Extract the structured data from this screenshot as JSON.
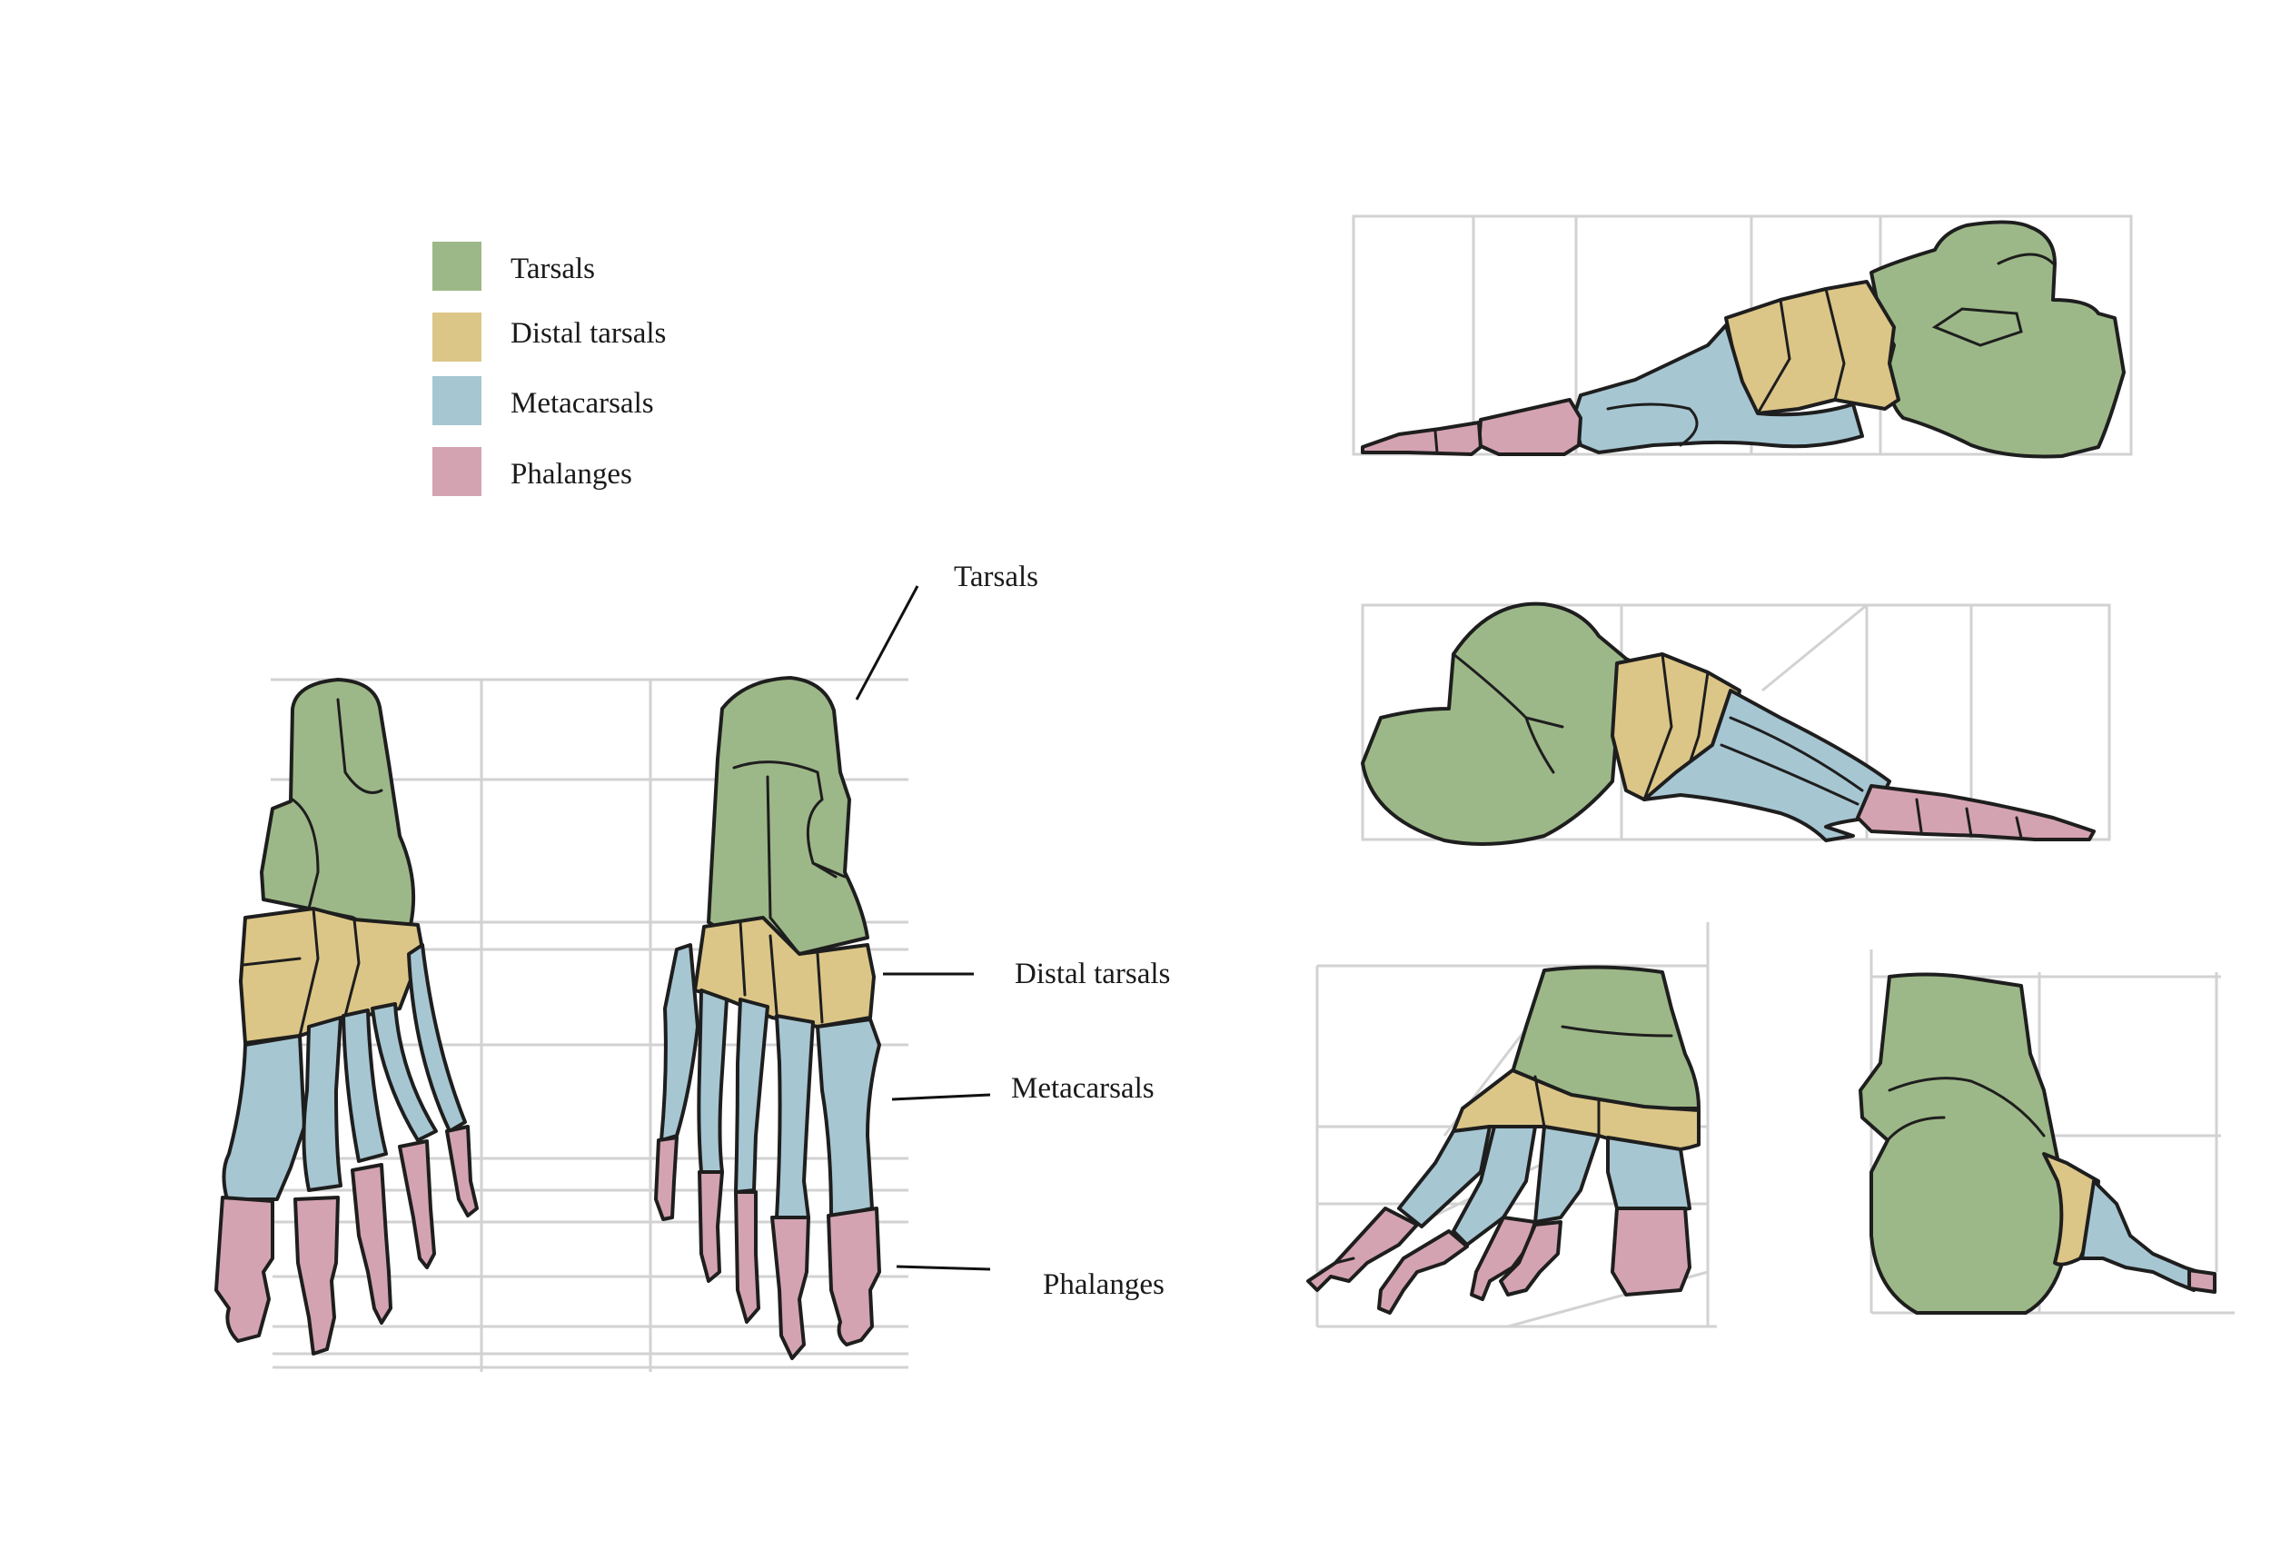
{
  "colors": {
    "tarsals": "#9db888",
    "distal_tarsals": "#dcc687",
    "metacarsals": "#a6c6d2",
    "phalanges": "#d4a3b1",
    "outline": "#1e1e1e",
    "grid": "#d2d2d2"
  },
  "legend": {
    "items": [
      {
        "label": "Tarsals",
        "color": "#9db888"
      },
      {
        "label": "Distal tarsals",
        "color": "#dcc687"
      },
      {
        "label": "Metacarsals",
        "color": "#a6c6d2"
      },
      {
        "label": "Phalanges",
        "color": "#d4a3b1"
      }
    ]
  },
  "callouts": {
    "tarsals": "Tarsals",
    "distal_tarsals": "Distal tarsals",
    "metacarsals": "Metacarsals",
    "phalanges": "Phalanges"
  }
}
